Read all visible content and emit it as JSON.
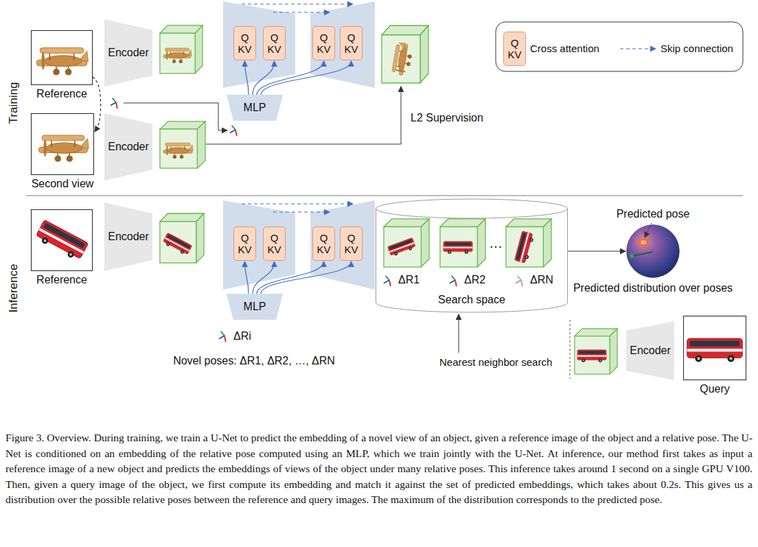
{
  "diagram": {
    "caption": "Figure 3. Overview. During training, we train a U-Net to predict the embedding of a novel view of an object, given a reference image of the object and a relative pose. The U-Net is conditioned on an embedding of the relative pose computed using an MLP, which we train jointly with the U-Net. At inference, our method first takes as input a reference image of a new object and predicts the embeddings of views of the object under many relative poses. This inference takes around 1 second on a single GPU V100. Then, given a query image of the object, we first compute its embedding and match it against the set of predicted embeddings, which takes about 0.2s. This gives us a distribution over the possible relative poses between the reference and query images. The maximum of the distribution corresponds to the predicted pose.",
    "nodes": [
      {
        "text": [
          "Reference"
        ]
      },
      {
        "text": [
          "Encoder"
        ]
      },
      {
        "text": [
          "Q KV"
        ]
      },
      {
        "text": [
          "Q KV"
        ]
      },
      {
        "text": [
          "Q KV"
        ]
      },
      {
        "text": [
          "Q KV"
        ]
      },
      {
        "text": [
          "MLP"
        ]
      },
      {
        "text": [
          "Second view"
        ]
      },
      {
        "text": [
          "Encoder"
        ]
      },
      {
        "text": [
          "Reference"
        ]
      },
      {
        "text": [
          "Encoder"
        ]
      },
      {
        "text": [
          "Q KV"
        ]
      },
      {
        "text": [
          "Q KV"
        ]
      },
      {
        "text": [
          "Q KV"
        ]
      },
      {
        "text": [
          "Q KV"
        ]
      },
      {
        "text": [
          "MLP"
        ]
      },
      {
        "text": [
          "Search space"
        ]
      },
      {
        "text": [
          "Predicted distribution over poses"
        ]
      },
      {
        "text": [
          "Encoder"
        ]
      },
      {
        "text": [
          "Query"
        ]
      }
    ],
    "edges": [
      {
        "from": 0,
        "to": 7,
        "arrow": "to"
      },
      {
        "from": 6,
        "to": 2,
        "arrow": "to"
      },
      {
        "from": 6,
        "to": 3,
        "arrow": "to"
      },
      {
        "from": 6,
        "to": 4,
        "arrow": "to"
      },
      {
        "from": 6,
        "to": 5,
        "arrow": "to"
      },
      {
        "from": 15,
        "to": 11,
        "arrow": "to"
      },
      {
        "from": 15,
        "to": 12,
        "arrow": "to"
      },
      {
        "from": 15,
        "to": 13,
        "arrow": "to"
      },
      {
        "from": 15,
        "to": 14,
        "arrow": "to"
      },
      {
        "from": 16,
        "to": 17,
        "arrow": "to"
      }
    ],
    "labels": [
      "Training",
      "Q KV",
      "L2 Supervision",
      "Inference",
      "ΔR1",
      "ΔR2",
      "…",
      "ΔRN",
      "Predicted pose",
      "ΔRi",
      "Novel poses: ΔR1, ΔR2, …, ΔRN",
      "Nearest neighbor search"
    ],
    "legend": [
      {
        "text": "Cross attention"
      },
      {
        "text": "Skip connection"
      }
    ]
  }
}
